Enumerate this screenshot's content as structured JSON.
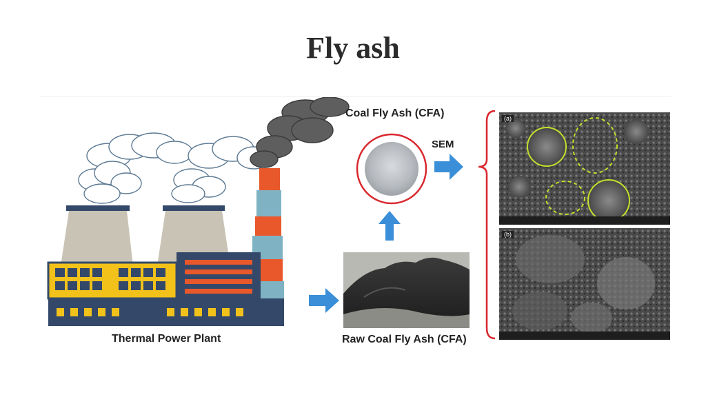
{
  "slide": {
    "title": "Fly ash"
  },
  "figure": {
    "labels": {
      "thermal_power_plant": "Thermal Power Plant",
      "raw_coal_fly_ash": "Raw Coal Fly Ash (CFA)",
      "coal_fly_ash": "Coal Fly Ash (CFA)",
      "sem": "SEM"
    },
    "sem_panels": {
      "a": "(a)",
      "b": "(b)"
    },
    "colors": {
      "arrow": "#3a8fd8",
      "chimney_orange": "#e8582a",
      "chimney_blue": "#7fb3c4",
      "building_navy": "#34496a",
      "building_yellow": "#f2c21b",
      "tower_gray": "#c8c3b4",
      "circle_red": "#d9272e",
      "sem_highlight": "#c6e02b"
    }
  }
}
